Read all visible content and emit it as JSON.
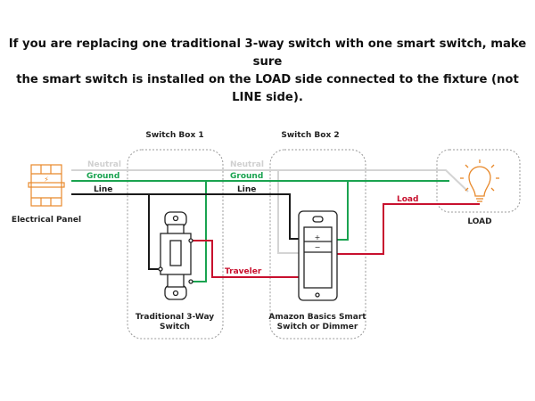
{
  "heading": {
    "line1": "If you are replacing one traditional 3-way switch with one smart switch, make sure",
    "line2": "the smart switch is installed on the LOAD side connected to the fixture (not LINE side)."
  },
  "labels": {
    "switch_box_1": "Switch Box 1",
    "switch_box_2": "Switch Box 2",
    "electrical_panel": "Electrical Panel",
    "load": "LOAD",
    "traditional_switch_1": "Traditional 3-Way",
    "traditional_switch_2": "Switch",
    "smart_switch_1": "Amazon Basics Smart",
    "smart_switch_2": "Switch or Dimmer"
  },
  "wires": {
    "neutral": "Neutral",
    "ground": "Ground",
    "line": "Line",
    "traveler": "Traveler",
    "load": "Load"
  },
  "colors": {
    "neutral": "#d4d4d4",
    "ground": "#1aa350",
    "line": "#1a1a1a",
    "traveler": "#c8102e",
    "panel": "#e8892b"
  }
}
